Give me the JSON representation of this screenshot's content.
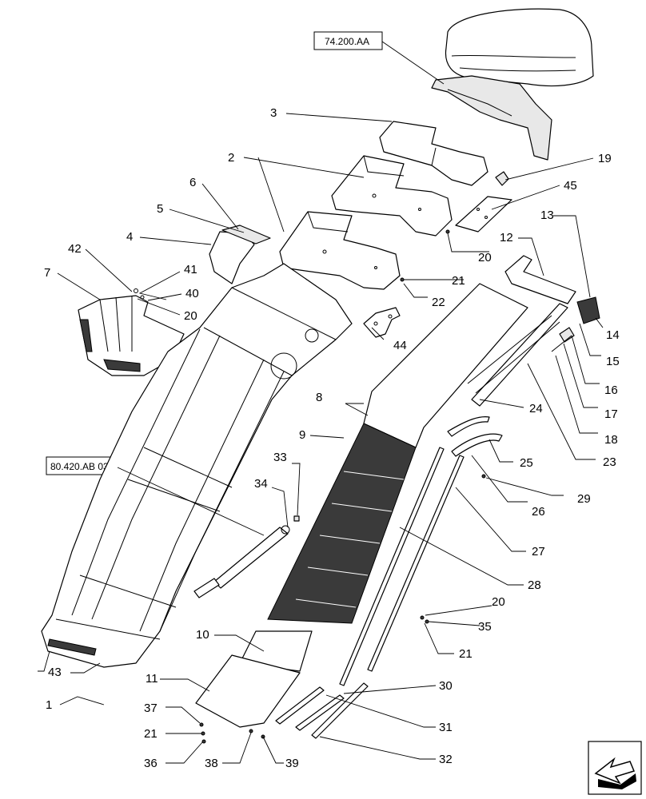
{
  "diagram": {
    "references": [
      "74.200.AA",
      "80.420.AB 03"
    ],
    "part_numbers": [
      "1",
      "2",
      "3",
      "4",
      "5",
      "6",
      "7",
      "8",
      "9",
      "10",
      "11",
      "12",
      "13",
      "14",
      "15",
      "16",
      "17",
      "18",
      "19",
      "20",
      "21",
      "22",
      "23",
      "24",
      "25",
      "26",
      "27",
      "28",
      "29",
      "30",
      "31",
      "32",
      "33",
      "34",
      "35",
      "36",
      "37",
      "38",
      "39",
      "40",
      "41",
      "42",
      "43",
      "44",
      "45"
    ]
  },
  "callouts": {
    "c1": "1",
    "c2": "2",
    "c3": "3",
    "c4": "4",
    "c5": "5",
    "c6": "6",
    "c7": "7",
    "c8": "8",
    "c9": "9",
    "c10": "10",
    "c11": "11",
    "c12": "12",
    "c13": "13",
    "c14": "14",
    "c15": "15",
    "c16": "16",
    "c17": "17",
    "c18": "18",
    "c19": "19",
    "c20a": "20",
    "c20b": "20",
    "c20c": "20",
    "c21a": "21",
    "c21b": "21",
    "c21c": "21",
    "c22": "22",
    "c23": "23",
    "c24": "24",
    "c25": "25",
    "c26": "26",
    "c27": "27",
    "c28": "28",
    "c29": "29",
    "c30": "30",
    "c31": "31",
    "c32": "32",
    "c33": "33",
    "c34": "34",
    "c35": "35",
    "c36": "36",
    "c37": "37",
    "c38": "38",
    "c39": "39",
    "c40": "40",
    "c41": "41",
    "c42": "42",
    "c43": "43",
    "c44": "44",
    "c45": "45"
  },
  "refs": {
    "r1": "74.200.AA",
    "r2": "80.420.AB 03"
  },
  "nav": {
    "icon": "next-page-arrow-icon"
  }
}
